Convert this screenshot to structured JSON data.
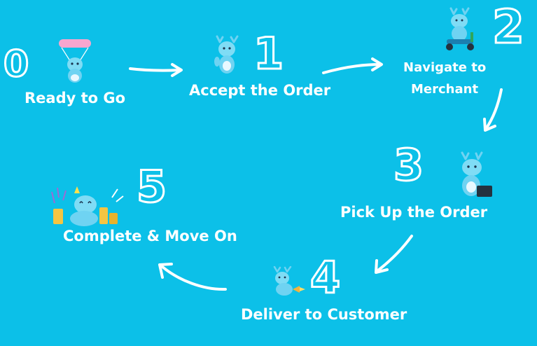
{
  "steps": [
    {
      "number": "0",
      "label": "Ready to Go"
    },
    {
      "number": "1",
      "label": "Accept the Order"
    },
    {
      "number": "2",
      "label_line1": "Navigate to",
      "label_line2": "Merchant"
    },
    {
      "number": "3",
      "label": "Pick Up the Order"
    },
    {
      "number": "4",
      "label": "Deliver to Customer"
    },
    {
      "number": "5",
      "label": "Complete & Move On"
    }
  ],
  "colors": {
    "background": "#0cc0e8",
    "text": "#ffffff",
    "mascot_body": "#6fd3f2",
    "mascot_dark": "#1b7fb0"
  },
  "icons": [
    "mascot-parachute-icon",
    "mascot-wave-icon",
    "mascot-scooter-icon",
    "mascot-package-icon",
    "mascot-rocket-icon",
    "mascot-celebrate-icon"
  ]
}
